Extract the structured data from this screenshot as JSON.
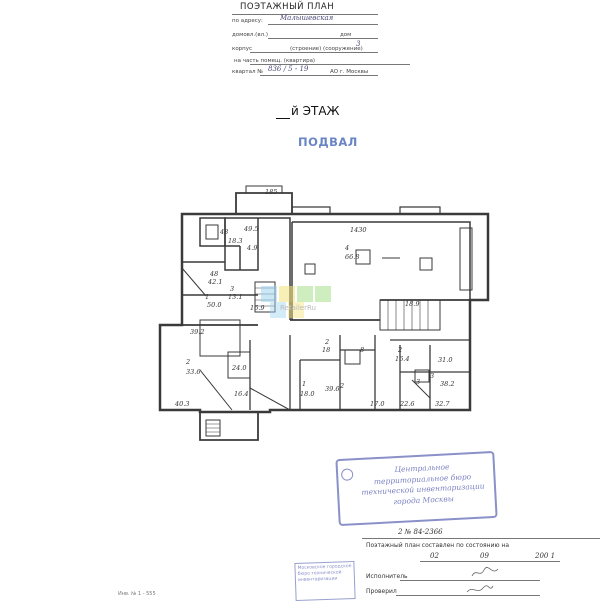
{
  "header": {
    "title": "ПОЭТАЖНЫЙ ПЛАН",
    "address_label": "по адресу:",
    "address_value": "Малышевская",
    "house_label": "домовл.(вл.)",
    "house_no_label": "дом",
    "building_label": "корпус",
    "structure_label": "(строение) (сооружение)",
    "structure_value": "3",
    "premises_label": "на часть помещ. (квартира)",
    "quarter_label": "квартал №",
    "quarter_value": "836 / 5 - 19",
    "city_suffix": "АО г. Москвы"
  },
  "floor": {
    "suffix": "й ЭТАЖ",
    "name": "ПОДВАЛ"
  },
  "plan": {
    "labels": [
      "185",
      "48",
      "18.3",
      "49.5",
      "4.9",
      "1430",
      "4",
      "66.8",
      "48",
      "42.1",
      "3",
      "13.1",
      "1",
      "50.0",
      "16.9",
      "18.9",
      "39.2",
      "33.6",
      "2",
      "24.0",
      "16.4",
      "2",
      "18",
      "8",
      "40.3",
      "39.6",
      "16.4",
      "2",
      "2",
      "1",
      "18.0",
      "17.0",
      "3",
      "31.0",
      "38.2",
      "3",
      "32.7",
      "22.6"
    ]
  },
  "watermark": {
    "text": "RetailerRu"
  },
  "stamp": {
    "lines": [
      "Центральное",
      "территориальное бюро",
      "технической инвентаризации",
      "города Москвы"
    ]
  },
  "footer": {
    "ref": "2 № 84-2366",
    "caption": "Поэтажный план составлен по состоянию на",
    "date_day": "02",
    "date_month": "09",
    "date_year": "200 1",
    "executor_label": "Исполнитель",
    "checked_label": "Проверил",
    "org_stamp_text": "Московское городское бюро технической инвентаризации",
    "bottom_left": "Инв. № 1 - 555"
  }
}
